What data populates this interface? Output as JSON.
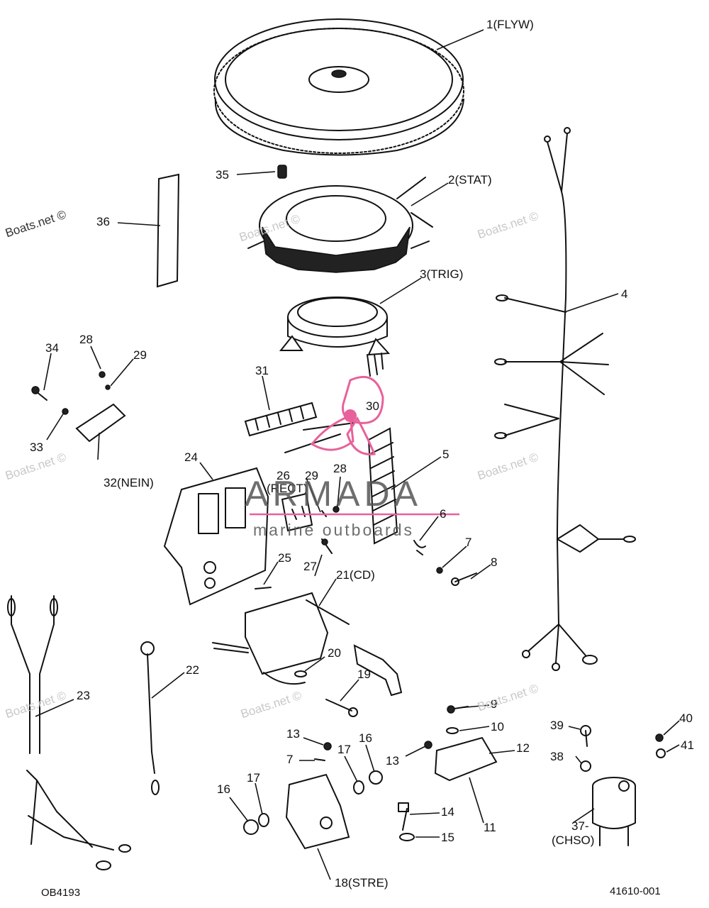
{
  "callouts": {
    "c1": "1(FLYW)",
    "c2": "2(STAT)",
    "c3": "3(TRIG)",
    "c4": "4",
    "c5": "5",
    "c6": "6",
    "c7a": "7",
    "c7b": "7",
    "c8": "8",
    "c9": "9",
    "c10": "10",
    "c11": "11",
    "c12": "12",
    "c13a": "13",
    "c13b": "13",
    "c14": "14",
    "c15": "15",
    "c16a": "16",
    "c16b": "16",
    "c17a": "17",
    "c17b": "17",
    "c18": "18(STRE)",
    "c19": "19",
    "c20": "20",
    "c21": "21(CD)",
    "c22": "22",
    "c23": "23",
    "c24": "24",
    "c25": "25",
    "c26": "26",
    "c26b": "(RECT)",
    "c27": "27",
    "c28a": "28",
    "c28b": "28",
    "c29a": "29",
    "c29b": "29",
    "c30": "30",
    "c31": "31",
    "c32": "32(NEIN)",
    "c33": "33",
    "c34": "34",
    "c35": "35",
    "c36": "36",
    "c37": "37-",
    "c37b": "(CHSO)",
    "c38": "38",
    "c39": "39",
    "c40": "40",
    "c41": "41"
  },
  "watermarks": {
    "w1": "Boats.net ©",
    "w2": "Boats.net ©",
    "w3": "Boats.net ©",
    "w4": "Boats.net ©",
    "w5": "Boats.net ©",
    "w6": "Boats.net ©",
    "w7": "Boats.net ©",
    "w8": "Boats.net ©"
  },
  "brand": {
    "main": "ARMADA",
    "sub": "marine outboards",
    "accent_color": "#e8619a"
  },
  "codes": {
    "left": "OB4193",
    "right": "41610-001"
  }
}
